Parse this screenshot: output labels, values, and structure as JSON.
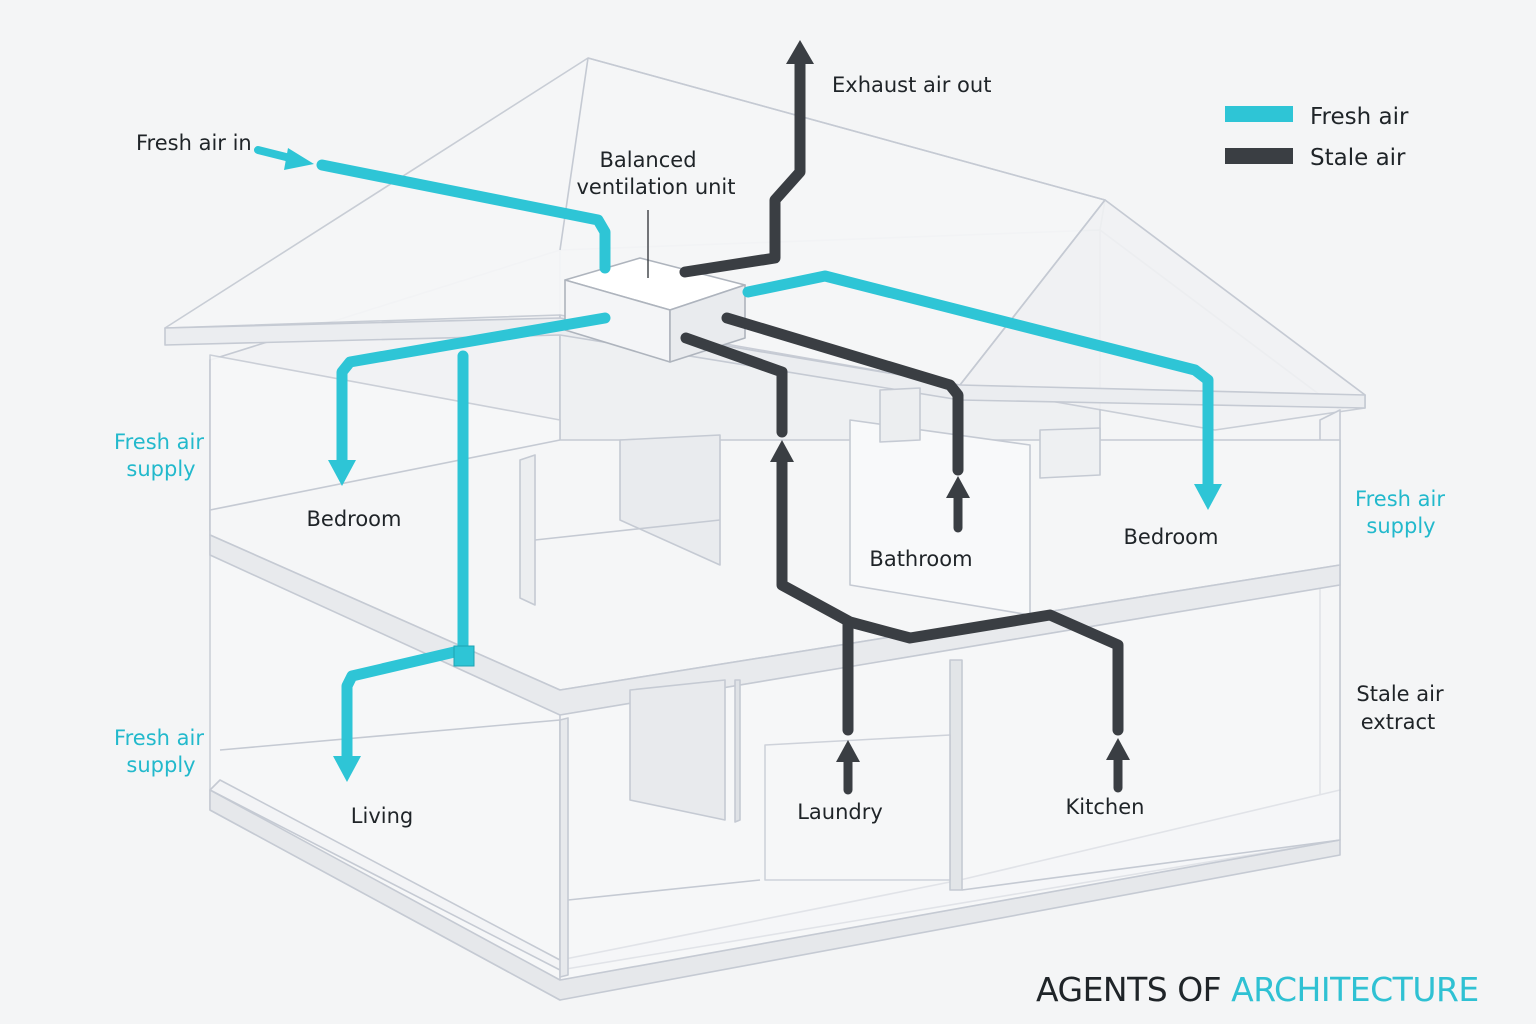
{
  "colors": {
    "fresh": "#2ec5d6",
    "stale": "#3a3e43",
    "fresh_text": "#22b9cc",
    "house_line": "#c5cad3",
    "house_fill": "#fbfbfc",
    "brand_dark": "#1f2428",
    "brand_accent": "#2fc1d3"
  },
  "legend": {
    "fresh": "Fresh air",
    "stale": "Stale air"
  },
  "labels": {
    "exhaust_out": "Exhaust air out",
    "fresh_in": "Fresh air in",
    "unit_line1": "Balanced",
    "unit_line2": "ventilation unit",
    "fresh_supply_upper_left_1": "Fresh air",
    "fresh_supply_upper_left_2": "supply",
    "fresh_supply_lower_left_1": "Fresh air",
    "fresh_supply_lower_left_2": "supply",
    "fresh_supply_right_1": "Fresh air",
    "fresh_supply_right_2": "supply",
    "stale_extract_1": "Stale air",
    "stale_extract_2": "extract"
  },
  "rooms": {
    "bedroom_left": "Bedroom",
    "bathroom": "Bathroom",
    "bedroom_right": "Bedroom",
    "living": "Living",
    "laundry": "Laundry",
    "kitchen": "Kitchen"
  },
  "brand": {
    "part1": "AGENTS OF",
    "part2": "ARCHITECTURE"
  }
}
